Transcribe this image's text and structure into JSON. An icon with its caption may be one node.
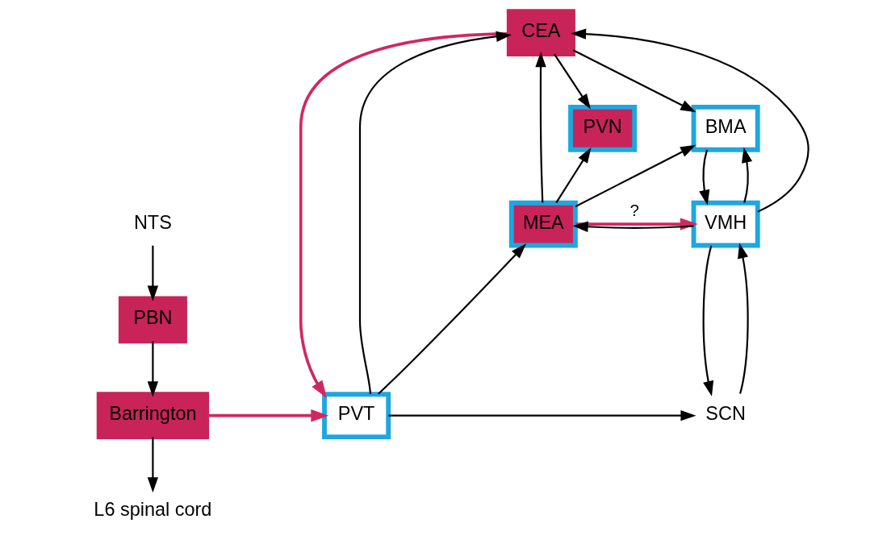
{
  "diagram": {
    "nodes": [
      {
        "text": [
          "CEA"
        ]
      },
      {
        "text": [
          "PVN"
        ]
      },
      {
        "text": [
          "BMA"
        ]
      },
      {
        "text": [
          "MEA"
        ]
      },
      {
        "text": [
          "VMH"
        ]
      },
      {
        "text": [
          "NTS"
        ]
      },
      {
        "text": [
          "PBN"
        ]
      },
      {
        "text": [
          "SCN"
        ]
      },
      {
        "text": [
          "PVT"
        ]
      },
      {
        "text": [
          "Barrington"
        ]
      },
      {
        "text": [
          "L6 spinal cord"
        ]
      }
    ],
    "edges": [
      {
        "from": 3,
        "to": 0,
        "arrow": "to"
      },
      {
        "from": 0,
        "to": 1,
        "arrow": "to"
      },
      {
        "from": 0,
        "to": 2,
        "arrow": "to"
      },
      {
        "from": 2,
        "to": 4,
        "arrow": "to"
      },
      {
        "from": 4,
        "to": 2,
        "arrow": "to"
      },
      {
        "from": 3,
        "to": 2,
        "arrow": "to"
      },
      {
        "from": 3,
        "to": 1,
        "arrow": "to"
      },
      {
        "from": 4,
        "to": 0,
        "arrow": "to"
      },
      {
        "from": 4,
        "to": 3,
        "arrow": "to"
      },
      {
        "from": 3,
        "to": 4,
        "arrow": "to",
        "label": "?",
        "color": "#d0285f"
      },
      {
        "from": 0,
        "to": 8,
        "arrow": "to",
        "color": "#d0285f"
      },
      {
        "from": 8,
        "to": 0,
        "arrow": "to"
      },
      {
        "from": 7,
        "to": 4,
        "arrow": "to"
      },
      {
        "from": 4,
        "to": 7,
        "arrow": "to"
      },
      {
        "from": 8,
        "to": 7,
        "arrow": "to"
      },
      {
        "from": 8,
        "to": 3,
        "arrow": "to"
      },
      {
        "from": 9,
        "to": 8,
        "arrow": "to",
        "color": "#d0285f"
      },
      {
        "from": 5,
        "to": 6,
        "arrow": "to"
      },
      {
        "from": 6,
        "to": 9,
        "arrow": "to"
      },
      {
        "from": 9,
        "to": 10,
        "arrow": "to"
      }
    ]
  }
}
